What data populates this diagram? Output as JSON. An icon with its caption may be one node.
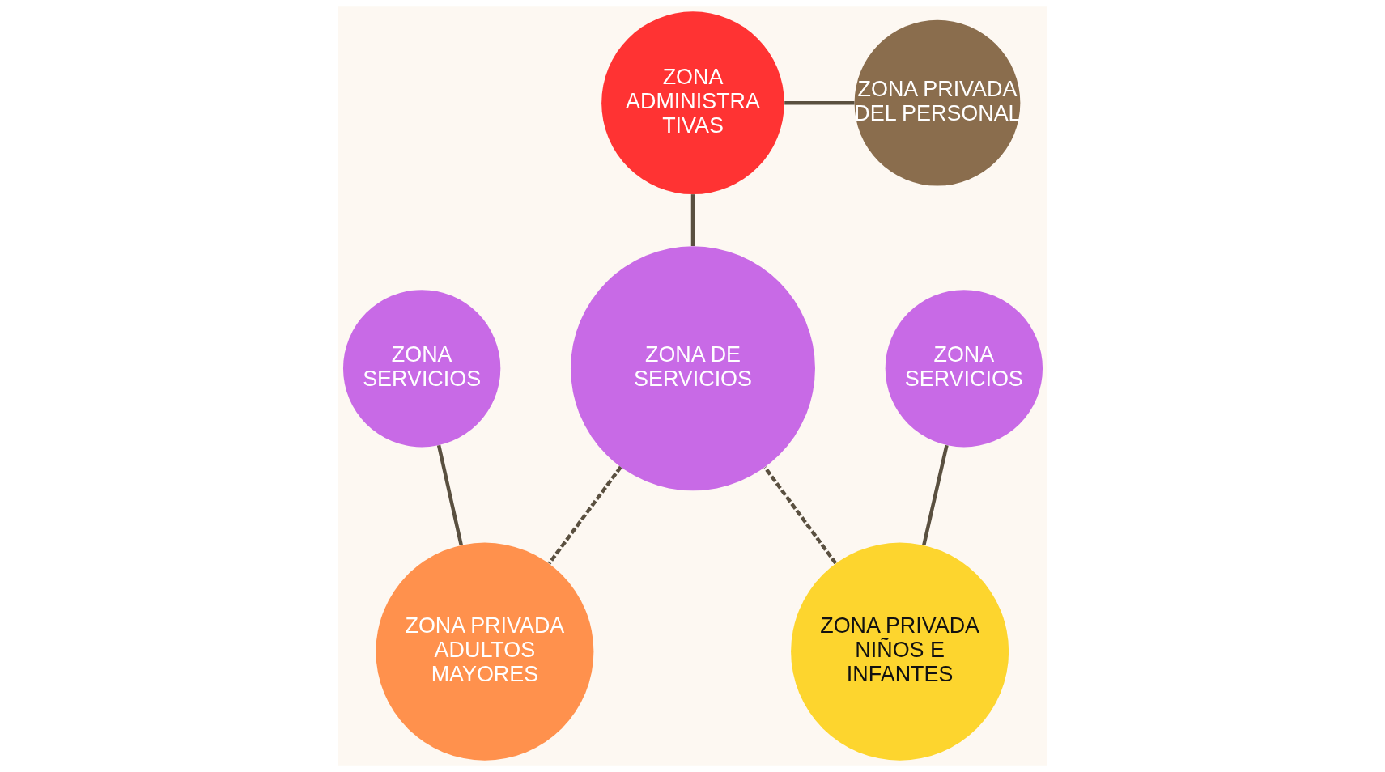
{
  "diagram": {
    "nodes": [
      {
        "text": [
          "ZONA ADMINISTRA TIVAS"
        ]
      },
      {
        "text": [
          "ZONA PRIVADA DEL PERSONAL"
        ]
      },
      {
        "text": [
          "ZONA SERVICIOS"
        ]
      },
      {
        "text": [
          "ZONA DE SERVICIOS"
        ]
      },
      {
        "text": [
          "ZONA SERVICIOS"
        ]
      },
      {
        "text": [
          "ZONA PRIVADA NIÑOS E INFANTES"
        ]
      },
      {
        "text": [
          "ZONA PRIVADA ADULTOS MAYORES"
        ]
      }
    ],
    "edges": [
      {
        "from": 0,
        "to": 1,
        "arrow": "none"
      },
      {
        "from": 0,
        "to": 3,
        "arrow": "none"
      },
      {
        "from": 2,
        "to": 5,
        "arrow": "none"
      },
      {
        "from": 5,
        "to": 3,
        "arrow": "none",
        "style": "dashed"
      },
      {
        "from": 3,
        "to": 6,
        "arrow": "none",
        "style": "dashed"
      },
      {
        "from": 6,
        "to": 4,
        "arrow": "none"
      }
    ]
  }
}
